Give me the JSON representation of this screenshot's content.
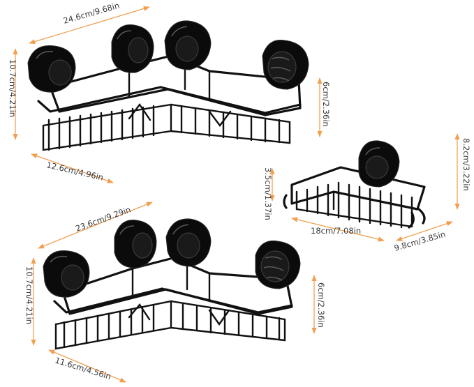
{
  "product": {
    "large_corner_shelf": {
      "width_label": "24.6cm/9.68in",
      "height_label": "10.7cm/4.21in",
      "depth_label": "6cm/2.36in",
      "side_label": "12.6cm/4.96in"
    },
    "soap_dish": {
      "height_label": "8.2cm/3.22in",
      "basket_height_label": "3.5cm/1.37in",
      "length_label": "18cm/7.08in",
      "width_label": "9.8cm/3.85in"
    },
    "small_corner_shelf": {
      "width_label": "23.6cm/9.29in",
      "height_label": "10.7cm/4.21in",
      "depth_label": "6cm/2.36in",
      "side_label": "11.6cm/4.56in"
    }
  },
  "colors": {
    "dimension_lines": "#f0a050",
    "product": "#111111",
    "background": "#ffffff"
  }
}
